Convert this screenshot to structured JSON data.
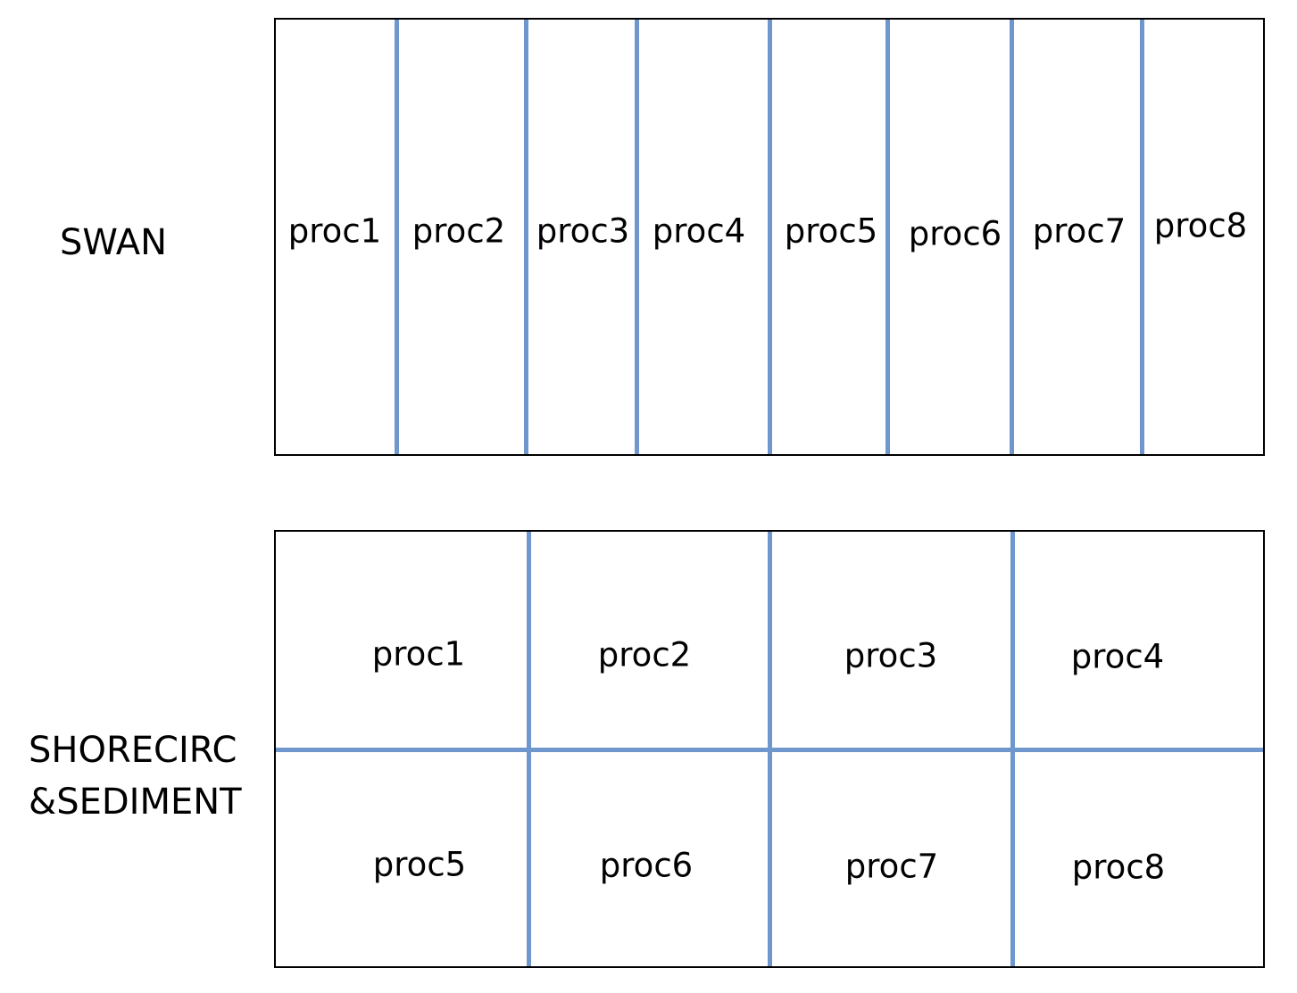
{
  "swan": {
    "label": "SWAN",
    "cells": [
      "proc1",
      "proc2",
      "proc3",
      "proc4",
      "proc5",
      "proc6",
      "proc7",
      "proc8"
    ]
  },
  "shorecirc": {
    "label_line1": "SHORECIRC",
    "label_line2": "&SEDIMENT",
    "rows": [
      [
        "proc1",
        "proc2",
        "proc3",
        "proc4"
      ],
      [
        "proc5",
        "proc6",
        "proc7",
        "proc8"
      ]
    ]
  },
  "colors": {
    "divider": "#6f97cd",
    "border": "#000000"
  }
}
